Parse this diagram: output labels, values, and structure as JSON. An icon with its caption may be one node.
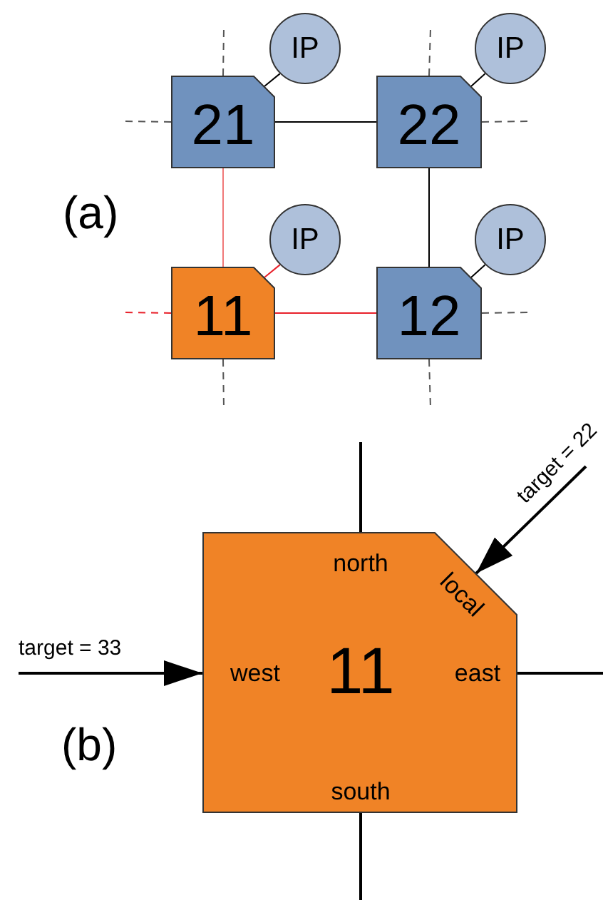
{
  "diagram": {
    "nodes": [
      {
        "text": [
          "IP"
        ]
      },
      {
        "text": [
          "IP"
        ]
      },
      {
        "text": [
          "21"
        ]
      },
      {
        "text": [
          "22"
        ]
      },
      {
        "text": [
          "IP"
        ]
      },
      {
        "text": [
          "IP"
        ]
      },
      {
        "text": [
          "11"
        ]
      },
      {
        "text": [
          "12"
        ]
      },
      {
        "text": [
          "north",
          "local",
          "west",
          "11",
          "east",
          "south"
        ]
      }
    ],
    "edges": [
      {
        "from": 2,
        "to": 0,
        "arrow": "none"
      },
      {
        "from": 3,
        "to": 1,
        "arrow": "none"
      },
      {
        "from": 6,
        "to": 4,
        "arrow": "none",
        "color": "#e8202a"
      },
      {
        "from": 7,
        "to": 5,
        "arrow": "none"
      },
      {
        "from": 2,
        "to": 3,
        "arrow": "none"
      },
      {
        "from": 2,
        "to": 6,
        "arrow": "none",
        "color": "#f07878"
      },
      {
        "from": 6,
        "to": 7,
        "arrow": "none",
        "color": "#e8202a"
      },
      {
        "from": 3,
        "to": 7,
        "arrow": "none"
      },
      {
        "from": 2,
        "to": null,
        "arrow": "none",
        "style": "dashed"
      },
      {
        "from": 2,
        "to": null,
        "arrow": "none",
        "style": "dashed"
      },
      {
        "from": 3,
        "to": null,
        "arrow": "none",
        "style": "dashed"
      },
      {
        "from": 3,
        "to": null,
        "arrow": "none",
        "style": "dashed"
      },
      {
        "from": 6,
        "to": null,
        "arrow": "none",
        "style": "dashed",
        "color": "#e8202a"
      },
      {
        "from": 6,
        "to": null,
        "arrow": "none",
        "style": "dashed"
      },
      {
        "from": 7,
        "to": null,
        "arrow": "none",
        "style": "dashed"
      },
      {
        "from": 7,
        "to": null,
        "arrow": "none",
        "style": "dashed"
      },
      {
        "from": 8,
        "to": null,
        "arrow": "none"
      },
      {
        "from": 8,
        "to": null,
        "arrow": "none"
      },
      {
        "from": 8,
        "to": null,
        "arrow": "none"
      },
      {
        "from": null,
        "to": 8,
        "arrow": "to",
        "label": "target = 33"
      },
      {
        "from": null,
        "to": 8,
        "arrow": "to",
        "label": "target = 22"
      }
    ],
    "labels": [
      "(a)",
      "(b)"
    ]
  }
}
